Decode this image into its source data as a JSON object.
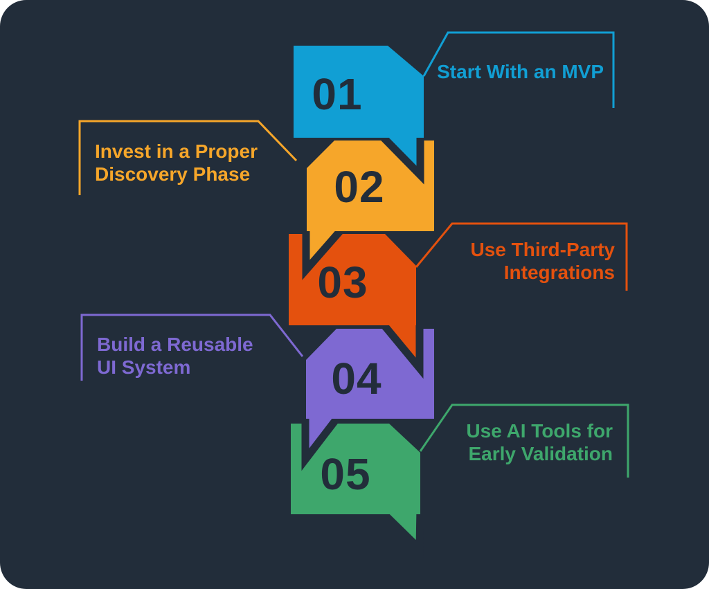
{
  "canvas": {
    "background": "#222d3a",
    "page_background": "#ffffff",
    "corner_radius": 38,
    "number_text_color": "#222d3a"
  },
  "steps": [
    {
      "number": "01",
      "label_lines": [
        "Start With an MVP",
        ""
      ],
      "color": "#119fd4",
      "label_side": "right"
    },
    {
      "number": "02",
      "label_lines": [
        "Invest in a Proper",
        "Discovery Phase"
      ],
      "color": "#f6a62a",
      "label_side": "left"
    },
    {
      "number": "03",
      "label_lines": [
        "Use Third-Party",
        "Integrations"
      ],
      "color": "#e4510e",
      "label_side": "right"
    },
    {
      "number": "04",
      "label_lines": [
        "Build a Reusable",
        "UI System"
      ],
      "color": "#7e69d2",
      "label_side": "left"
    },
    {
      "number": "05",
      "label_lines": [
        "Use AI Tools for",
        "Early Validation"
      ],
      "color": "#3ea76c",
      "label_side": "right"
    }
  ]
}
